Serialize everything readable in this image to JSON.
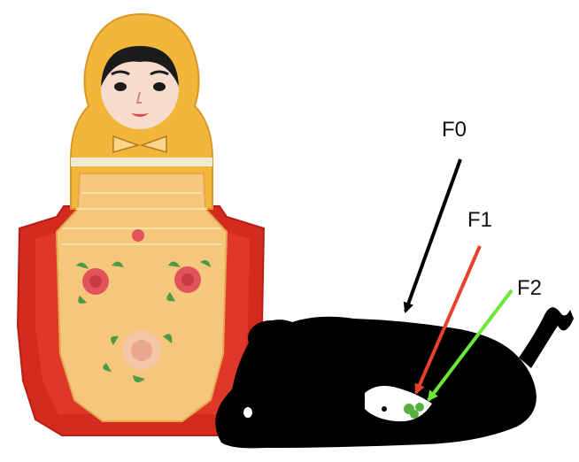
{
  "figure": {
    "labels": {
      "f0": "F0",
      "f1": "F1",
      "f2": "F2"
    },
    "colors": {
      "f0_arrow": "#000000",
      "f1_arrow": "#e8412c",
      "f2_arrow": "#6de83a",
      "doll_shell": "#d42b1f",
      "doll_body": "#f2b63a",
      "doll_apron": "#f4c77c",
      "mouse": "#000000",
      "rose": "#e2545a",
      "leaf": "#4e9a4a",
      "mouse_target": "#58b13f"
    },
    "objects": {
      "doll": "matryoshka-doll",
      "mouse": "mouse-silhouette"
    }
  }
}
